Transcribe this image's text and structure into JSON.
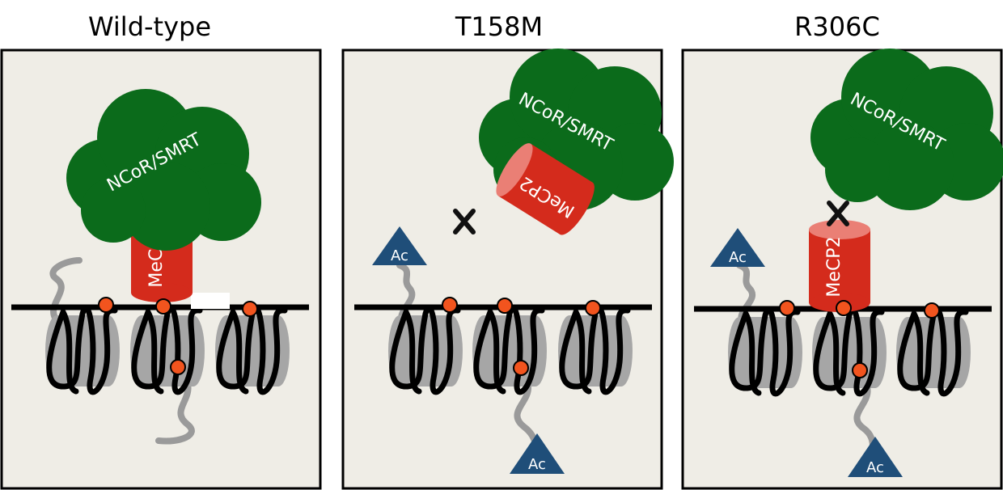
{
  "panels": [
    {
      "title": "Wild-type",
      "complex_label": "NCoR/SMRT",
      "protein_label": "MeCP2"
    },
    {
      "title": "T158M",
      "complex_label": "NCoR/SMRT",
      "protein_label": "MeCP2",
      "acetyl_label": "Ac",
      "acetyl_label_2": "Ac"
    },
    {
      "title": "R306C",
      "complex_label": "NCoR/SMRT",
      "protein_label": "MeCP2",
      "acetyl_label": "Ac",
      "acetyl_label_2": "Ac"
    }
  ],
  "colors": {
    "panel_bg": "#efede6",
    "complex": "#0b6b1b",
    "protein": "#d42b1c",
    "protein_top": "#ea7f75",
    "methyl": "#f2541e",
    "acetyl": "#1f4e79",
    "histone": "#a6a6a6",
    "dna": "#000000",
    "tail": "#9a9a9a"
  },
  "icons": {
    "mutation_mark": "x-mark",
    "methyl_mark": "orange-dot",
    "acetyl_mark": "triangle"
  }
}
